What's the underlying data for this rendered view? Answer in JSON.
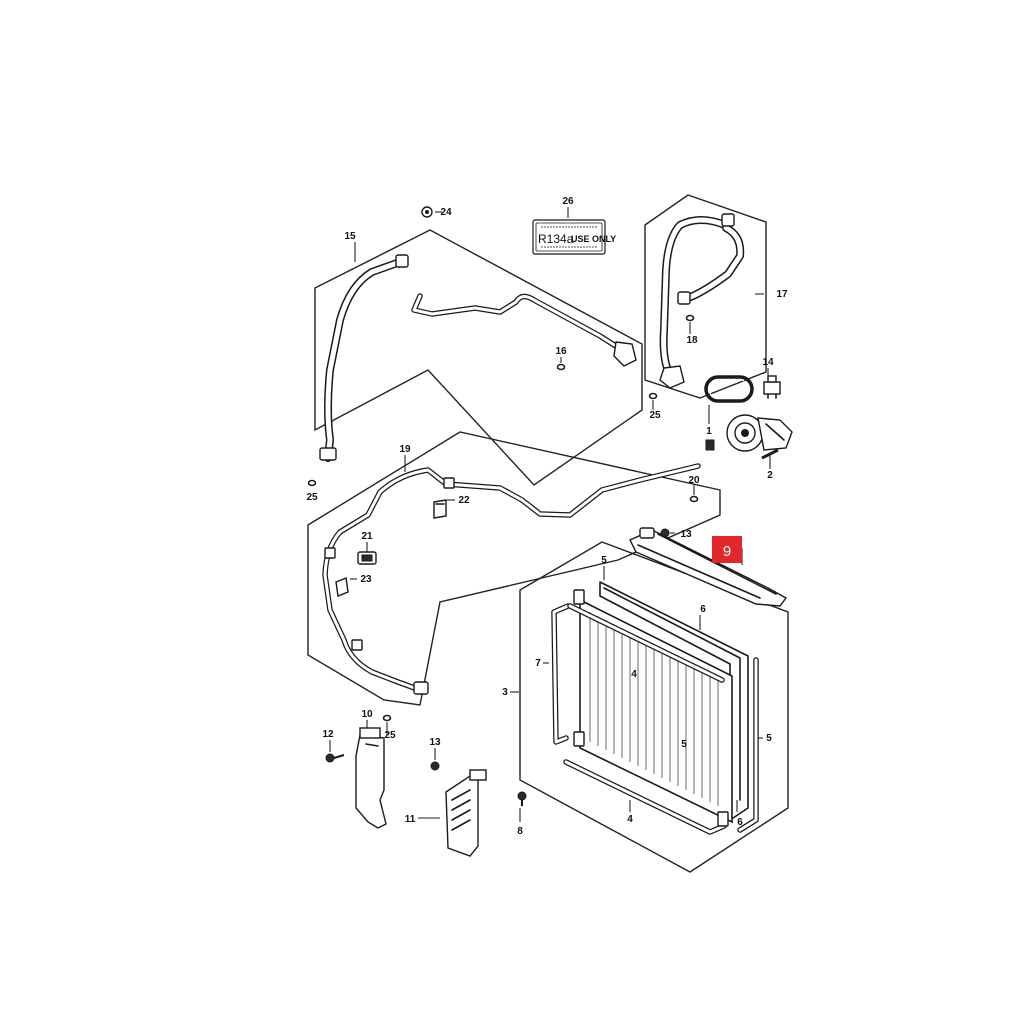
{
  "callouts": {
    "n24": "24",
    "n26": "26",
    "n15": "15",
    "n16": "16",
    "n17": "17",
    "n18": "18",
    "n14": "14",
    "n25a": "25",
    "n25b": "25",
    "n25c": "25",
    "n1": "1",
    "n2": "2",
    "n19": "19",
    "n20": "20",
    "n22": "22",
    "n21": "21",
    "n23": "23",
    "n13a": "13",
    "n13b": "13",
    "n5a": "5",
    "n5b": "5",
    "n5c": "5",
    "n6a": "6",
    "n6b": "6",
    "n7": "7",
    "n4a": "4",
    "n4b": "4",
    "n3": "3",
    "n10": "10",
    "n12": "12",
    "n11": "11",
    "n8": "8"
  },
  "label": {
    "prefix": "R134a",
    "suffix": "USE ONLY"
  },
  "highlight": {
    "text": "9",
    "color": "#e3262b"
  }
}
